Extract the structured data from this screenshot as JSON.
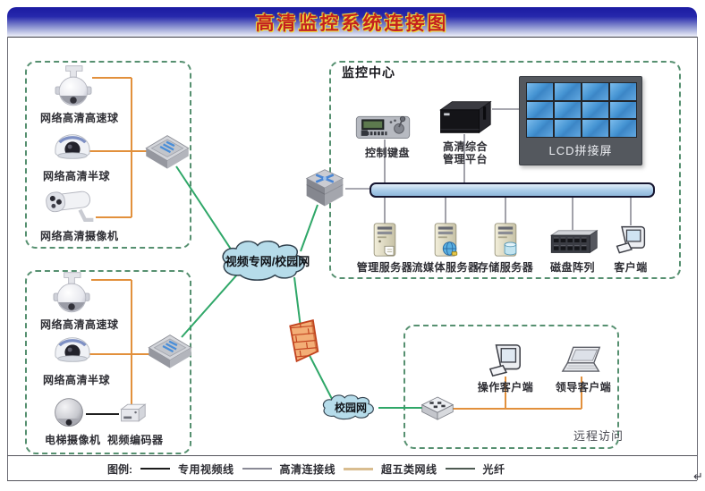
{
  "page": {
    "title": "高清监控系统连接图",
    "paragraph_mark": "↵"
  },
  "colors": {
    "title-red": "#c32020",
    "dashed-border": "#569070",
    "line-cat5": "#e2903c",
    "line-fiber": "#2fa768",
    "line-hd": "#8b8b95",
    "line-video": "#1f1f1f",
    "legend-video": "#1c1c1c",
    "legend-hd": "#8a8a96",
    "legend-cat5": "#d9bd90",
    "legend-fiber": "#4e5a52",
    "cloud-fill": "#b6dcea",
    "screen-blue": "#4da0dc"
  },
  "front_end": {
    "box1": {
      "items": [
        {
          "label": "网络高清高速球",
          "icon": "ptz-camera-icon"
        },
        {
          "label": "网络高清半球",
          "icon": "dome-camera-icon"
        },
        {
          "label": "网络高清摄像机",
          "icon": "bullet-camera-icon"
        }
      ]
    },
    "box2": {
      "items": [
        {
          "label": "网络高清高速球",
          "icon": "ptz-camera-icon"
        },
        {
          "label": "网络高清半球",
          "icon": "dome-camera-icon"
        },
        {
          "label": "电梯摄像机",
          "icon": "elevator-camera-icon"
        },
        {
          "label": "视频编码器",
          "icon": "video-encoder-icon"
        }
      ]
    }
  },
  "network": {
    "main_cloud": "视频专网/校园网",
    "campus_cloud": "校园网"
  },
  "monitor_center": {
    "title": "监控中心",
    "keyboard": "控制键盘",
    "platform_line1": "高清综合",
    "platform_line2": "管理平台",
    "lcd": "LCD拼接屏",
    "servers": [
      {
        "label": "管理服务器",
        "icon": "management-server-icon"
      },
      {
        "label": "流媒体服务器",
        "icon": "media-server-icon"
      },
      {
        "label": "存储服务器",
        "icon": "storage-server-icon"
      },
      {
        "label": "磁盘阵列",
        "icon": "disk-array-icon"
      },
      {
        "label": "客户端",
        "icon": "client-pc-icon"
      }
    ]
  },
  "remote": {
    "title": "远程访问",
    "clients": [
      {
        "label": "操作客户端",
        "icon": "desktop-client-icon"
      },
      {
        "label": "领导客户端",
        "icon": "laptop-client-icon"
      }
    ]
  },
  "legend": {
    "label": "图例:",
    "items": [
      {
        "label": "专用视频线"
      },
      {
        "label": "高清连接线"
      },
      {
        "label": "超五类网线"
      },
      {
        "label": "光纤"
      }
    ]
  }
}
